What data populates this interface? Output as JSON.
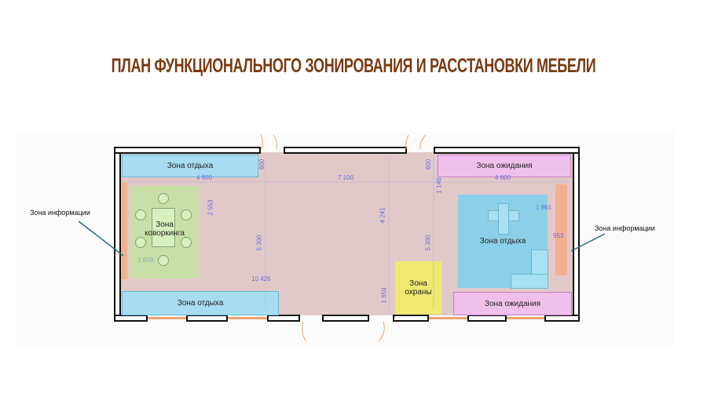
{
  "title": "ПЛАН ФУНКЦИОНАЛЬНОГО ЗОНИРОВАНИЯ И РАССТАНОВКИ МЕБЕЛИ",
  "zones": {
    "rest_top_left": "Зона отдыха",
    "coworking": "Зона коворкинга",
    "rest_bottom_left": "Зона отдыха",
    "waiting_top_right": "Зона ожидания",
    "rest_right": "Зона отдыха",
    "waiting_bottom_right": "Зона ожидания",
    "security": "Зона охраны",
    "info_left": "Зона информации",
    "info_right": "Зона информации"
  },
  "dimensions": {
    "d4800_left": "4 800",
    "d7100": "7 100",
    "d4800_right": "4 800",
    "d600_left": "600",
    "d600_right": "600",
    "d2553": "2 553",
    "d5300_left": "5 300",
    "d4241": "4 241",
    "d5300_right": "5 300",
    "d1146": "1 146",
    "d1961": "1 961",
    "d953": "953",
    "d1858": "1 858",
    "d10426": "10 426",
    "d1659": "1 659"
  },
  "colors": {
    "title": "#7a3a10",
    "floor": "#e2c9c9",
    "rest": "#a8dcf0",
    "coworking": "#c8e0a8",
    "waiting": "#f0b8e8",
    "security": "#f0e870",
    "info": "#f2b090"
  }
}
